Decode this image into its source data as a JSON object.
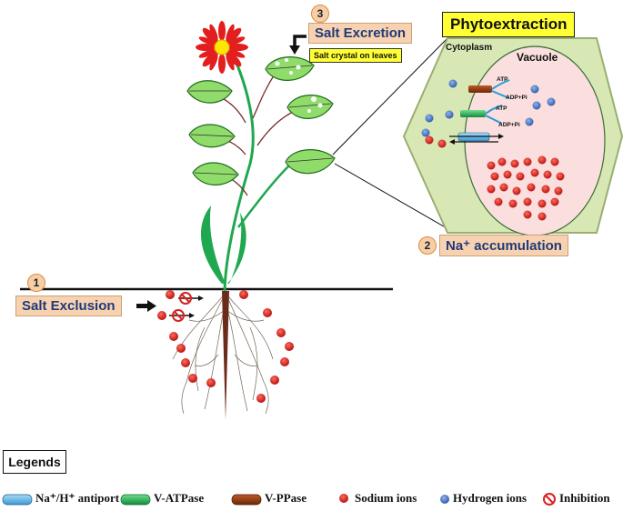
{
  "labels": {
    "salt_excretion": "Salt Excretion",
    "salt_crystal": "Salt crystal on leaves",
    "phytoextraction": "Phytoextraction",
    "cytoplasm": "Cytoplasm",
    "vacuole": "Vacuole",
    "na_accumulation": "Na⁺ accumulation",
    "salt_exclusion": "Salt Exclusion",
    "atp_top": "ATP",
    "adp_top": "ADP+Pi",
    "atp_mid": "ATP",
    "adp_mid": "ADP+Pi"
  },
  "badges": {
    "one": "1",
    "two": "2",
    "three": "3"
  },
  "legend": {
    "title": "Legends",
    "items": [
      {
        "label": "Na⁺/H⁺ antiport",
        "icon": "antiporter-icon",
        "color": "#5fb6e6"
      },
      {
        "label": "V-ATPase",
        "icon": "v-atpase-icon",
        "color": "#1fa84f"
      },
      {
        "label": "V-PPase",
        "icon": "v-ppase-icon",
        "color": "#8b3a12"
      },
      {
        "label": "Sodium ions",
        "icon": "sodium-ion-icon",
        "color": "#d92020"
      },
      {
        "label": "Hydrogen ions",
        "icon": "hydrogen-ion-icon",
        "color": "#3f6fc4"
      },
      {
        "label": "Inhibition",
        "icon": "inhibition-icon",
        "color": "#d92020"
      }
    ]
  },
  "colors": {
    "leaf": "#8fdc6a",
    "stem": "#1fa84f",
    "petal": "#e21e1e",
    "flower_center": "#ffe600",
    "cell_wall": "#d8e8b4",
    "vacuole": "#fbdede",
    "root": "#6b2a1a",
    "label_box": "#f8d2b0",
    "title_box": "#ffff33"
  }
}
